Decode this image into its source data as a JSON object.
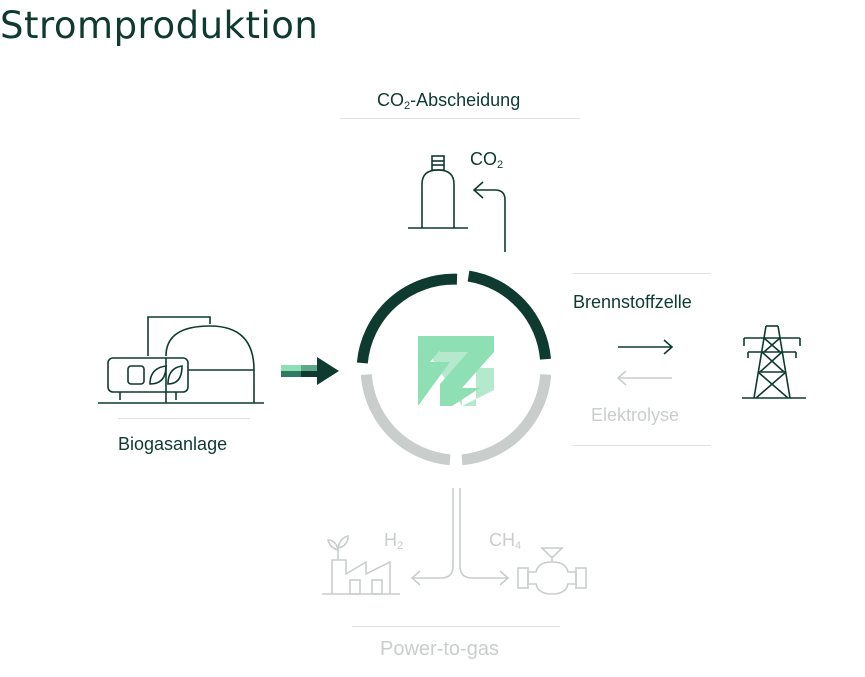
{
  "title": "Stromproduktion",
  "co2_capture": {
    "label_prefix": "CO",
    "label_sub": "2",
    "label_suffix": "-Abscheidung"
  },
  "co2_tank": {
    "label": "CO",
    "label_sub": "2"
  },
  "fuel_cell": {
    "label": "Brennstoffzelle"
  },
  "electrolysis": {
    "label": "Elektrolyse"
  },
  "biogas": {
    "label": "Biogasanlage"
  },
  "power_to_gas": {
    "label": "Power-to-gas",
    "hydrogen": {
      "label": "H",
      "label_sub": "2"
    },
    "methane": {
      "label": "CH",
      "label_sub": "4"
    }
  },
  "colors": {
    "dark_green": "#0e3a30",
    "grey": "#c9cecd",
    "mint": "#8fdfb4",
    "mint_light": "#b5e9cd"
  },
  "icons": [
    "gas-tank-icon",
    "biogas-plant-icon",
    "power-pylon-icon",
    "factory-icon",
    "gas-valve-icon",
    "lightning-logo-icon"
  ]
}
